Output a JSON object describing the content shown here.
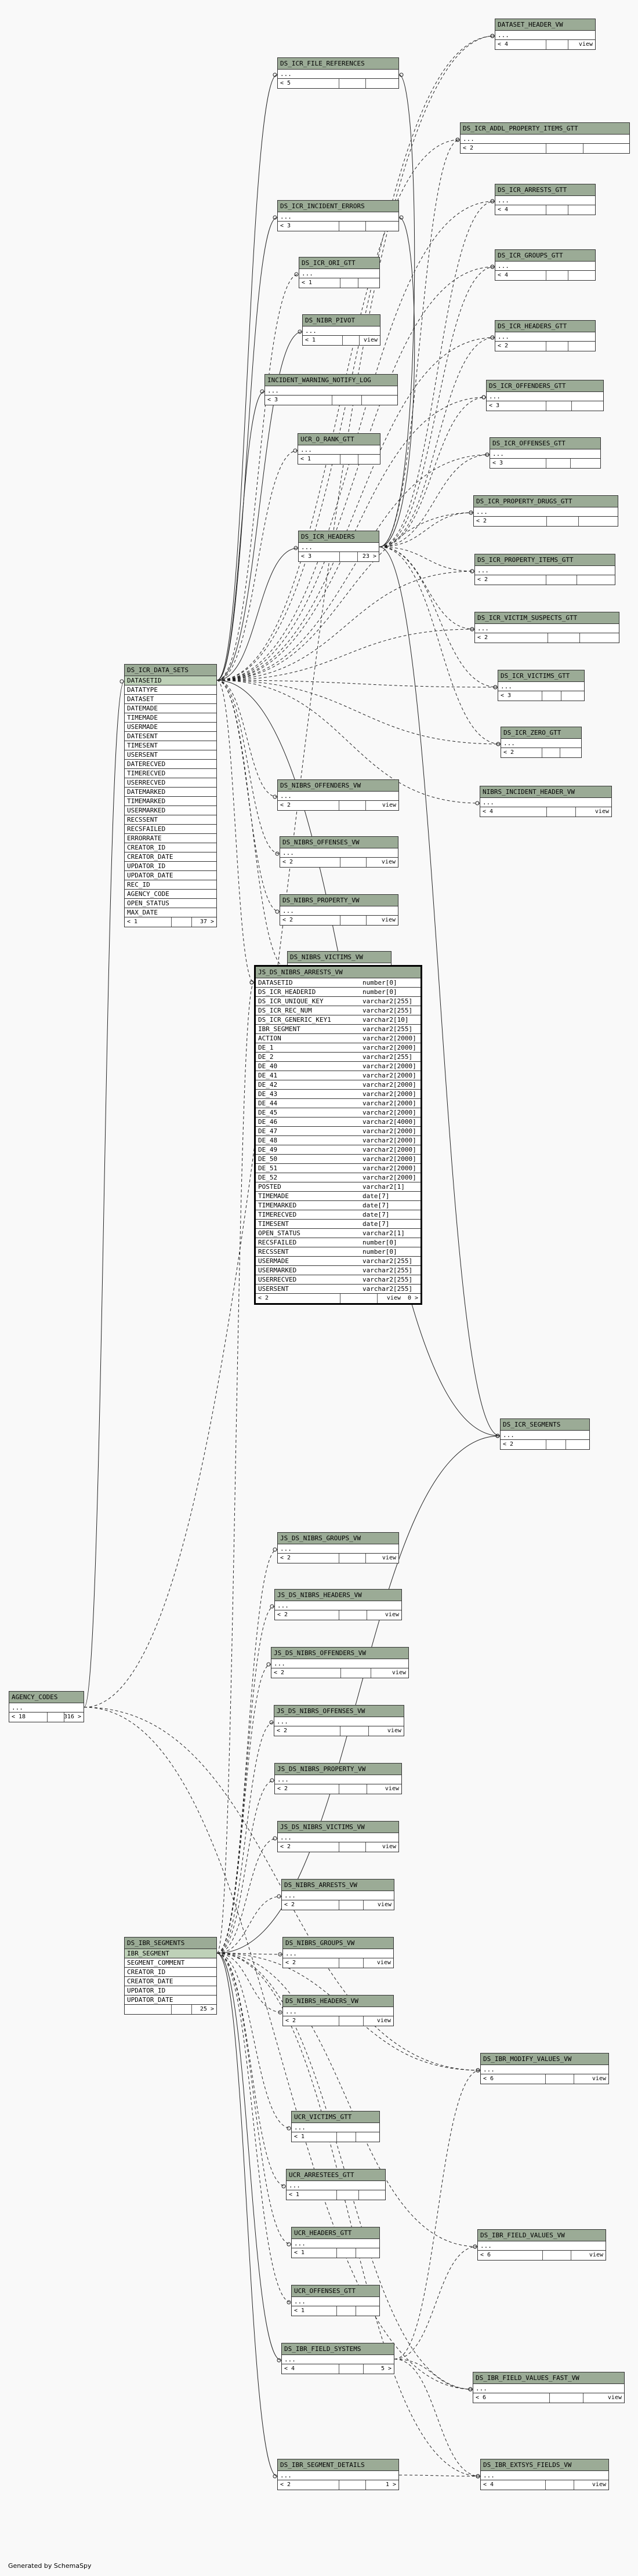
{
  "footer_text": "Generated by SchemaSpy",
  "tables": [
    {
      "id": "dataset_header_vw",
      "name": "DATASET_HEADER_VW",
      "rows": [
        "..."
      ],
      "foot": "< 4",
      "kind": "view"
    },
    {
      "id": "ds_icr_file_references",
      "name": "DS_ICR_FILE_REFERENCES",
      "rows": [
        "..."
      ],
      "foot": "< 5"
    },
    {
      "id": "ds_icr_addl_property_items_gtt",
      "name": "DS_ICR_ADDL_PROPERTY_ITEMS_GTT",
      "rows": [
        "..."
      ],
      "foot": "< 2"
    },
    {
      "id": "ds_icr_arrests_gtt",
      "name": "DS_ICR_ARRESTS_GTT",
      "rows": [
        "..."
      ],
      "foot": "< 4"
    },
    {
      "id": "ds_icr_incident_errors",
      "name": "DS_ICR_INCIDENT_ERRORS",
      "rows": [
        "..."
      ],
      "foot": "< 3"
    },
    {
      "id": "ds_icr_groups_gtt",
      "name": "DS_ICR_GROUPS_GTT",
      "rows": [
        "..."
      ],
      "foot": "< 4"
    },
    {
      "id": "ds_icr_ori_gtt",
      "name": "DS_ICR_ORI_GTT",
      "rows": [
        "..."
      ],
      "foot": "< 1"
    },
    {
      "id": "ds_nibr_pivot",
      "name": "DS_NIBR_PIVOT",
      "rows": [
        "..."
      ],
      "foot": "< 1",
      "kind": "view"
    },
    {
      "id": "ds_icr_headers_gtt",
      "name": "DS_ICR_HEADERS_GTT",
      "rows": [
        "..."
      ],
      "foot": "< 2"
    },
    {
      "id": "incident_warning_notify_log",
      "name": "INCIDENT_WARNING_NOTIFY_LOG",
      "rows": [
        "..."
      ],
      "foot": "< 3"
    },
    {
      "id": "ds_icr_offenders_gtt",
      "name": "DS_ICR_OFFENDERS_GTT",
      "rows": [
        "..."
      ],
      "foot": "< 3"
    },
    {
      "id": "ucr_o_rank_gtt",
      "name": "UCR_O_RANK_GTT",
      "rows": [
        "..."
      ],
      "foot": "< 1"
    },
    {
      "id": "ds_icr_offenses_gtt",
      "name": "DS_ICR_OFFENSES_GTT",
      "rows": [
        "..."
      ],
      "foot": "< 3"
    },
    {
      "id": "ds_icr_property_drugs_gtt",
      "name": "DS_ICR_PROPERTY_DRUGS_GTT",
      "rows": [
        "..."
      ],
      "foot": "< 2"
    },
    {
      "id": "ds_icr_headers",
      "name": "DS_ICR_HEADERS",
      "rows": [
        "..."
      ],
      "foot": "< 3",
      "foot2": "23 >"
    },
    {
      "id": "ds_icr_property_items_gtt",
      "name": "DS_ICR_PROPERTY_ITEMS_GTT",
      "rows": [
        "..."
      ],
      "foot": "< 2"
    },
    {
      "id": "ds_icr_victim_suspects_gtt",
      "name": "DS_ICR_VICTIM_SUSPECTS_GTT",
      "rows": [
        "..."
      ],
      "foot": "< 2"
    },
    {
      "id": "ds_icr_data_sets",
      "name": "DS_ICR_DATA_SETS",
      "rows": [
        "DATASETID",
        "DATATYPE",
        "DATASET",
        "DATEMADE",
        "TIMEMADE",
        "USERMADE",
        "DATESENT",
        "TIMESENT",
        "USERSENT",
        "DATERECVED",
        "TIMERECVED",
        "USERRECVED",
        "DATEMARKED",
        "TIMEMARKED",
        "USERMARKED",
        "RECSSENT",
        "RECSFAILED",
        "ERRORRATE",
        "CREATOR_ID",
        "CREATOR_DATE",
        "UPDATOR_ID",
        "UPDATOR_DATE",
        "REC_ID",
        "AGENCY_CODE",
        "OPEN_STATUS",
        "MAX_DATE"
      ],
      "pk": 1,
      "foot": "< 1",
      "foot2": "37 >"
    },
    {
      "id": "ds_icr_victims_gtt",
      "name": "DS_ICR_VICTIMS_GTT",
      "rows": [
        "..."
      ],
      "foot": "< 3"
    },
    {
      "id": "ds_icr_zero_gtt",
      "name": "DS_ICR_ZERO_GTT",
      "rows": [
        "..."
      ],
      "foot": "< 2"
    },
    {
      "id": "nibrs_incident_header_vw",
      "name": "NIBRS_INCIDENT_HEADER_VW",
      "rows": [
        "..."
      ],
      "foot": "< 4",
      "kind": "view"
    },
    {
      "id": "ds_nibrs_offenders_vw",
      "name": "DS_NIBRS_OFFENDERS_VW",
      "rows": [
        "..."
      ],
      "foot": "< 2",
      "kind": "view"
    },
    {
      "id": "ds_nibrs_offenses_vw",
      "name": "DS_NIBRS_OFFENSES_VW",
      "rows": [
        "..."
      ],
      "foot": "< 2",
      "kind": "view"
    },
    {
      "id": "ds_nibrs_property_vw",
      "name": "DS_NIBRS_PROPERTY_VW",
      "rows": [
        "..."
      ],
      "foot": "< 2",
      "kind": "view"
    },
    {
      "id": "ds_nibrs_victims_vw",
      "name": "DS_NIBRS_VICTIMS_VW",
      "rows": [
        "..."
      ],
      "foot": "< 2",
      "kind": "view"
    },
    {
      "id": "js_ds_nibrs_arrests_vw",
      "name": "JS_DS_NIBRS_ARRESTS_VW",
      "focus": true,
      "rows": [
        "DATASETID",
        "DS_ICR_HEADERID",
        "DS_ICR_UNIQUE_KEY",
        "DS_ICR_REC_NUM",
        "DS_ICR_GENERIC_KEY1",
        "IBR_SEGMENT",
        "ACTION",
        "DE_1",
        "DE_2",
        "DE_40",
        "DE_41",
        "DE_42",
        "DE_43",
        "DE_44",
        "DE_45",
        "DE_46",
        "DE_47",
        "DE_48",
        "DE_49",
        "DE_50",
        "DE_51",
        "DE_52",
        "POSTED",
        "TIMEMADE",
        "TIMEMARKED",
        "TIMERECVED",
        "TIMESENT",
        "OPEN_STATUS",
        "RECSFAILED",
        "RECSSENT",
        "USERMADE",
        "USERMARKED",
        "USERRECVED",
        "USERSENT"
      ],
      "types": [
        "number[0]",
        "number[0]",
        "varchar2[255]",
        "varchar2[255]",
        "varchar2[10]",
        "varchar2[255]",
        "varchar2[2000]",
        "varchar2[2000]",
        "varchar2[255]",
        "varchar2[2000]",
        "varchar2[2000]",
        "varchar2[2000]",
        "varchar2[2000]",
        "varchar2[2000]",
        "varchar2[2000]",
        "varchar2[4000]",
        "varchar2[2000]",
        "varchar2[2000]",
        "varchar2[2000]",
        "varchar2[2000]",
        "varchar2[2000]",
        "varchar2[2000]",
        "varchar2[1]",
        "date[7]",
        "date[7]",
        "date[7]",
        "date[7]",
        "varchar2[1]",
        "number[0]",
        "number[0]",
        "varchar2[255]",
        "varchar2[255]",
        "varchar2[255]",
        "varchar2[255]"
      ],
      "foot": "< 2",
      "kind": "view",
      "foot2": "0 >"
    },
    {
      "id": "ds_icr_segments",
      "name": "DS_ICR_SEGMENTS",
      "rows": [
        "..."
      ],
      "foot": "< 2"
    },
    {
      "id": "js_ds_nibrs_groups_vw",
      "name": "JS_DS_NIBRS_GROUPS_VW",
      "rows": [
        "..."
      ],
      "foot": "< 2",
      "kind": "view"
    },
    {
      "id": "js_ds_nibrs_headers_vw",
      "name": "JS_DS_NIBRS_HEADERS_VW",
      "rows": [
        "..."
      ],
      "foot": "< 2",
      "kind": "view"
    },
    {
      "id": "js_ds_nibrs_offenders_vw",
      "name": "JS_DS_NIBRS_OFFENDERS_VW",
      "rows": [
        "..."
      ],
      "foot": "< 2",
      "kind": "view"
    },
    {
      "id": "agency_codes",
      "name": "AGENCY_CODES",
      "rows": [
        "..."
      ],
      "foot": "< 18",
      "foot2": "316 >"
    },
    {
      "id": "js_ds_nibrs_offenses_vw",
      "name": "JS_DS_NIBRS_OFFENSES_VW",
      "rows": [
        "..."
      ],
      "foot": "< 2",
      "kind": "view"
    },
    {
      "id": "js_ds_nibrs_property_vw",
      "name": "JS_DS_NIBRS_PROPERTY_VW",
      "rows": [
        "..."
      ],
      "foot": "< 2",
      "kind": "view"
    },
    {
      "id": "js_ds_nibrs_victims_vw",
      "name": "JS_DS_NIBRS_VICTIMS_VW",
      "rows": [
        "..."
      ],
      "foot": "< 2",
      "kind": "view"
    },
    {
      "id": "ds_nibrs_arrests_vw",
      "name": "DS_NIBRS_ARRESTS_VW",
      "rows": [
        "..."
      ],
      "foot": "< 2",
      "kind": "view"
    },
    {
      "id": "ds_ibr_segments",
      "name": "DS_IBR_SEGMENTS",
      "rows": [
        "IBR_SEGMENT",
        "SEGMENT_COMMENT",
        "CREATOR_ID",
        "CREATOR_DATE",
        "UPDATOR_ID",
        "UPDATOR_DATE"
      ],
      "pk": 1,
      "foot": "",
      "foot2": "25 >"
    },
    {
      "id": "ds_nibrs_groups_vw",
      "name": "DS_NIBRS_GROUPS_VW",
      "rows": [
        "..."
      ],
      "foot": "< 2",
      "kind": "view"
    },
    {
      "id": "ds_nibrs_headers_vw",
      "name": "DS_NIBRS_HEADERS_VW",
      "rows": [
        "..."
      ],
      "foot": "< 2",
      "kind": "view"
    },
    {
      "id": "ds_ibr_modify_values_vw",
      "name": "DS_IBR_MODIFY_VALUES_VW",
      "rows": [
        "..."
      ],
      "foot": "< 6",
      "kind": "view"
    },
    {
      "id": "ucr_victims_gtt",
      "name": "UCR_VICTIMS_GTT",
      "rows": [
        "..."
      ],
      "foot": "< 1"
    },
    {
      "id": "ucr_arrestees_gtt",
      "name": "UCR_ARRESTEES_GTT",
      "rows": [
        "..."
      ],
      "foot": "< 1"
    },
    {
      "id": "ucr_headers_gtt",
      "name": "UCR_HEADERS_GTT",
      "rows": [
        "..."
      ],
      "foot": "< 1"
    },
    {
      "id": "ds_ibr_field_values_vw",
      "name": "DS_IBR_FIELD_VALUES_VW",
      "rows": [
        "..."
      ],
      "foot": "< 6",
      "kind": "view"
    },
    {
      "id": "ucr_offenses_gtt",
      "name": "UCR_OFFENSES_GTT",
      "rows": [
        "..."
      ],
      "foot": "< 1"
    },
    {
      "id": "ds_ibr_field_systems",
      "name": "DS_IBR_FIELD_SYSTEMS",
      "rows": [
        "..."
      ],
      "foot": "< 4",
      "foot2": "5 >"
    },
    {
      "id": "ds_ibr_field_values_fast_vw",
      "name": "DS_IBR_FIELD_VALUES_FAST_VW",
      "rows": [
        "..."
      ],
      "foot": "< 6",
      "kind": "view"
    },
    {
      "id": "ds_ibr_segment_details",
      "name": "DS_IBR_SEGMENT_DETAILS",
      "rows": [
        "..."
      ],
      "foot": "< 2",
      "foot2": "1 >"
    },
    {
      "id": "ds_ibr_extsys_fields_vw",
      "name": "DS_IBR_EXTSYS_FIELDS_VW",
      "rows": [
        "..."
      ],
      "foot": "< 4",
      "kind": "view"
    }
  ],
  "relationships": [
    [
      "ds_icr_data_sets",
      "dataset_header_vw"
    ],
    [
      "ds_icr_data_sets",
      "ds_icr_file_references"
    ],
    [
      "ds_icr_data_sets",
      "ds_icr_addl_property_items_gtt"
    ],
    [
      "ds_icr_data_sets",
      "ds_icr_arrests_gtt"
    ],
    [
      "ds_icr_data_sets",
      "ds_icr_incident_errors"
    ],
    [
      "ds_icr_data_sets",
      "ds_icr_groups_gtt"
    ],
    [
      "ds_icr_data_sets",
      "ds_icr_ori_gtt"
    ],
    [
      "ds_icr_data_sets",
      "ds_nibr_pivot"
    ],
    [
      "ds_icr_data_sets",
      "ds_icr_headers_gtt"
    ],
    [
      "ds_icr_data_sets",
      "incident_warning_notify_log"
    ],
    [
      "ds_icr_data_sets",
      "ds_icr_offenders_gtt"
    ],
    [
      "ds_icr_data_sets",
      "ucr_o_rank_gtt"
    ],
    [
      "ds_icr_data_sets",
      "ds_icr_offenses_gtt"
    ],
    [
      "ds_icr_data_sets",
      "ds_icr_property_drugs_gtt"
    ],
    [
      "ds_icr_data_sets",
      "ds_icr_headers"
    ],
    [
      "ds_icr_data_sets",
      "ds_icr_property_items_gtt"
    ],
    [
      "ds_icr_data_sets",
      "ds_icr_victim_suspects_gtt"
    ],
    [
      "ds_icr_data_sets",
      "ds_icr_victims_gtt"
    ],
    [
      "ds_icr_data_sets",
      "ds_icr_zero_gtt"
    ],
    [
      "ds_icr_data_sets",
      "nibrs_incident_header_vw"
    ],
    [
      "ds_icr_data_sets",
      "ds_nibrs_offenders_vw"
    ],
    [
      "ds_icr_data_sets",
      "ds_nibrs_offenses_vw"
    ],
    [
      "ds_icr_data_sets",
      "ds_nibrs_property_vw"
    ],
    [
      "ds_icr_data_sets",
      "ds_nibrs_victims_vw"
    ],
    [
      "ds_icr_data_sets",
      "js_ds_nibrs_arrests_vw"
    ],
    [
      "ds_icr_data_sets",
      "ds_icr_segments"
    ],
    [
      "ds_icr_headers",
      "ds_icr_file_references"
    ],
    [
      "ds_icr_headers",
      "ds_icr_incident_errors"
    ],
    [
      "ds_icr_headers",
      "ds_icr_addl_property_items_gtt"
    ],
    [
      "ds_icr_headers",
      "ds_icr_arrests_gtt"
    ],
    [
      "ds_icr_headers",
      "ds_icr_groups_gtt"
    ],
    [
      "ds_icr_headers",
      "ds_icr_headers_gtt"
    ],
    [
      "ds_icr_headers",
      "ds_icr_offenders_gtt"
    ],
    [
      "ds_icr_headers",
      "ds_icr_offenses_gtt"
    ],
    [
      "ds_icr_headers",
      "ds_icr_property_drugs_gtt"
    ],
    [
      "ds_icr_headers",
      "ds_icr_property_items_gtt"
    ],
    [
      "ds_icr_headers",
      "ds_icr_victim_suspects_gtt"
    ],
    [
      "ds_icr_headers",
      "ds_icr_victims_gtt"
    ],
    [
      "ds_icr_headers",
      "ds_icr_zero_gtt"
    ],
    [
      "ds_icr_headers",
      "ds_icr_segments"
    ],
    [
      "agency_codes",
      "ds_icr_data_sets"
    ],
    [
      "agency_codes",
      "dataset_header_vw"
    ],
    [
      "agency_codes",
      "ds_ibr_field_values_fast_vw"
    ],
    [
      "agency_codes",
      "ds_ibr_modify_values_vw"
    ],
    [
      "ds_ibr_segments",
      "js_ds_nibrs_groups_vw"
    ],
    [
      "ds_ibr_segments",
      "js_ds_nibrs_headers_vw"
    ],
    [
      "ds_ibr_segments",
      "js_ds_nibrs_offenders_vw"
    ],
    [
      "ds_ibr_segments",
      "js_ds_nibrs_offenses_vw"
    ],
    [
      "ds_ibr_segments",
      "js_ds_nibrs_property_vw"
    ],
    [
      "ds_ibr_segments",
      "js_ds_nibrs_victims_vw"
    ],
    [
      "ds_ibr_segments",
      "ds_nibrs_arrests_vw"
    ],
    [
      "ds_ibr_segments",
      "ds_nibrs_groups_vw"
    ],
    [
      "ds_ibr_segments",
      "ds_nibrs_headers_vw"
    ],
    [
      "ds_ibr_segments",
      "js_ds_nibrs_arrests_vw"
    ],
    [
      "ds_ibr_segments",
      "ds_icr_segments"
    ],
    [
      "ds_ibr_segments",
      "ds_ibr_modify_values_vw"
    ],
    [
      "ds_ibr_segments",
      "ucr_victims_gtt"
    ],
    [
      "ds_ibr_segments",
      "ucr_arrestees_gtt"
    ],
    [
      "ds_ibr_segments",
      "ucr_headers_gtt"
    ],
    [
      "ds_ibr_segments",
      "ucr_offenses_gtt"
    ],
    [
      "ds_ibr_segments",
      "ds_ibr_field_values_vw"
    ],
    [
      "ds_ibr_segments",
      "ds_ibr_field_systems"
    ],
    [
      "ds_ibr_segments",
      "ds_ibr_field_values_fast_vw"
    ],
    [
      "ds_ibr_segments",
      "ds_ibr_segment_details"
    ],
    [
      "ds_ibr_segments",
      "ds_ibr_extsys_fields_vw"
    ],
    [
      "ds_ibr_field_systems",
      "ds_ibr_field_values_vw"
    ],
    [
      "ds_ibr_field_systems",
      "ds_ibr_modify_values_vw"
    ],
    [
      "ds_ibr_field_systems",
      "ds_ibr_field_values_fast_vw"
    ],
    [
      "ds_ibr_field_systems",
      "ds_ibr_extsys_fields_vw"
    ],
    [
      "ds_ibr_segment_details",
      "ds_ibr_extsys_fields_vw"
    ]
  ]
}
